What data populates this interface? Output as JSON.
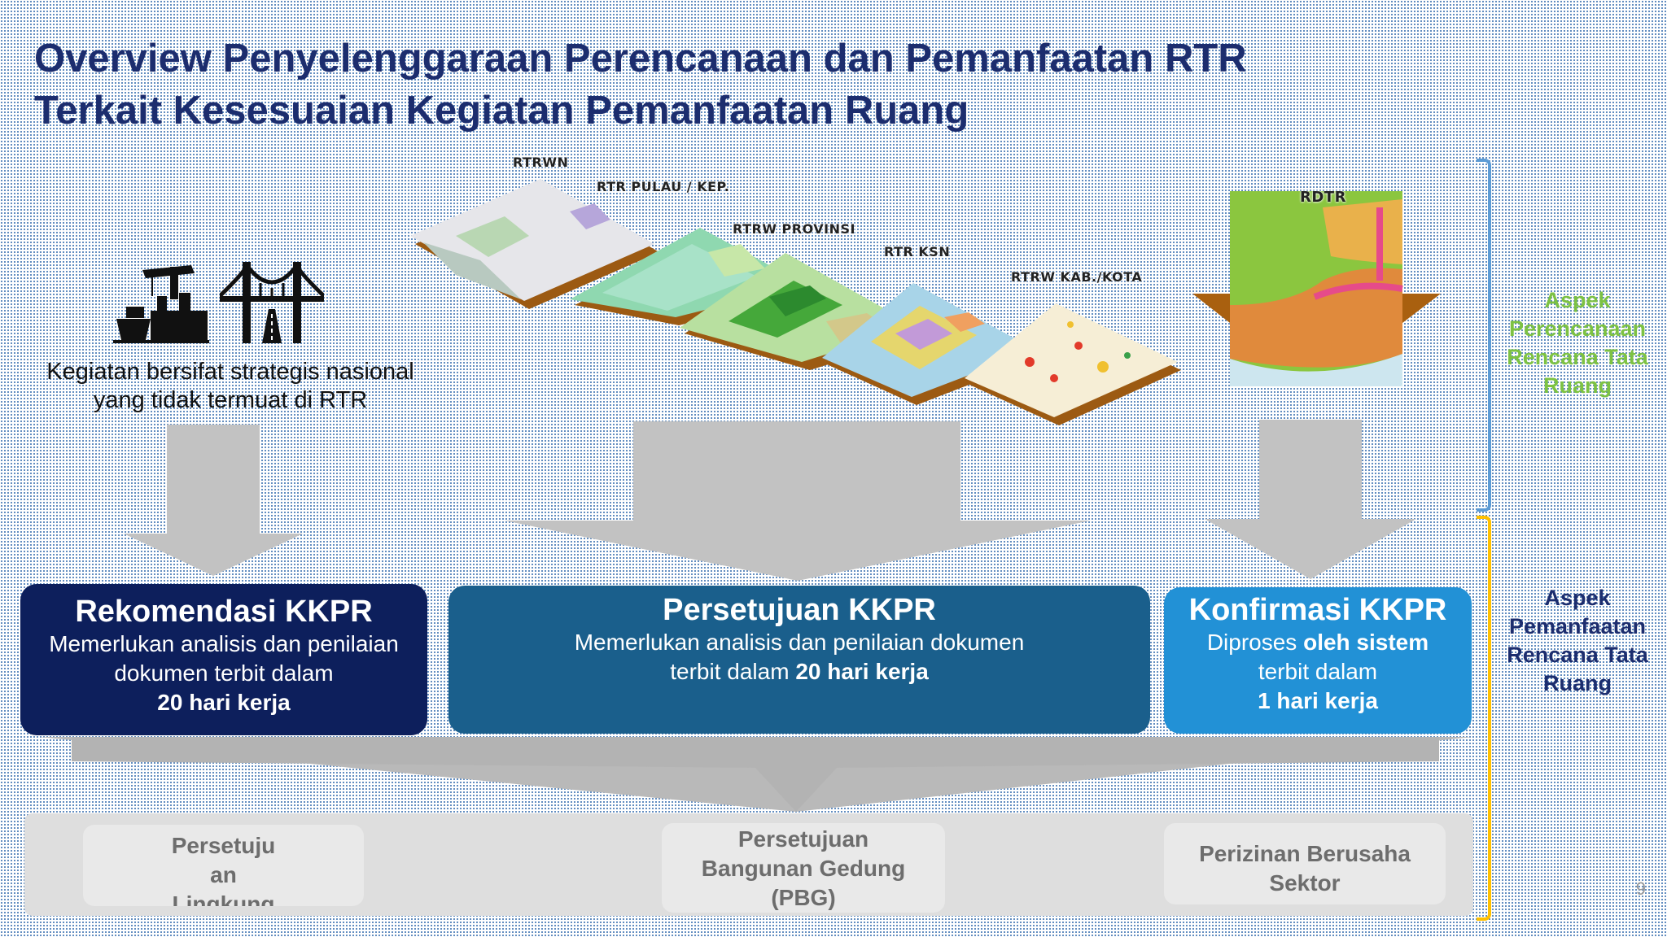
{
  "title": {
    "line1": "Overview Penyelenggaraan Perencanaan dan Pemanfaatan RTR",
    "line2": "Terkait Kesesuaian Kegiatan Pemanfaatan Ruang"
  },
  "activity": {
    "text": "Kegiatan bersifat strategis nasional yang tidak termuat di RTR"
  },
  "maps": {
    "rtrwn": "RTRWN",
    "rtr_pulau": "RTR PULAU / KEP.",
    "rtrw_provinsi": "RTRW PROVINSI",
    "rtr_ksn": "RTR KSN",
    "rtrw_kab_kota": "RTRW KAB./KOTA",
    "rdtr": "RDTR"
  },
  "aspects": {
    "perencanaan": "Aspek Perencanaan Rencana Tata Ruang",
    "pemanfaatan": "Aspek Pemanfaatan Rencana Tata Ruang",
    "perencanaan_color": "#7dc243",
    "pemanfaatan_color": "#1c2d6e"
  },
  "boxes": {
    "rekomendasi": {
      "title": "Rekomendasi KKPR",
      "desc_line1": "Memerlukan analisis dan penilaian",
      "desc_line2": "dokumen terbit dalam",
      "desc_bold": "20 hari kerja",
      "color": "#0d1f5c"
    },
    "persetujuan": {
      "title": "Persetujuan KKPR",
      "desc_line1": "Memerlukan analisis dan penilaian dokumen",
      "desc_line2": "terbit dalam",
      "desc_bold": "20 hari kerja",
      "color": "#1a5f8c"
    },
    "konfirmasi": {
      "title": "Konfirmasi KKPR",
      "desc_pre": "Diproses",
      "desc_bold1": "oleh sistem",
      "desc_line2": "terbit dalam",
      "desc_bold": "1 hari kerja",
      "color": "#2291d6"
    }
  },
  "bottom": {
    "card1": "Persetuju an Lingkung an",
    "card2": "Persetujuan Bangunan Gedung (PBG)",
    "card3": "Perizinan Berusaha Sektor"
  },
  "page_number": "9"
}
